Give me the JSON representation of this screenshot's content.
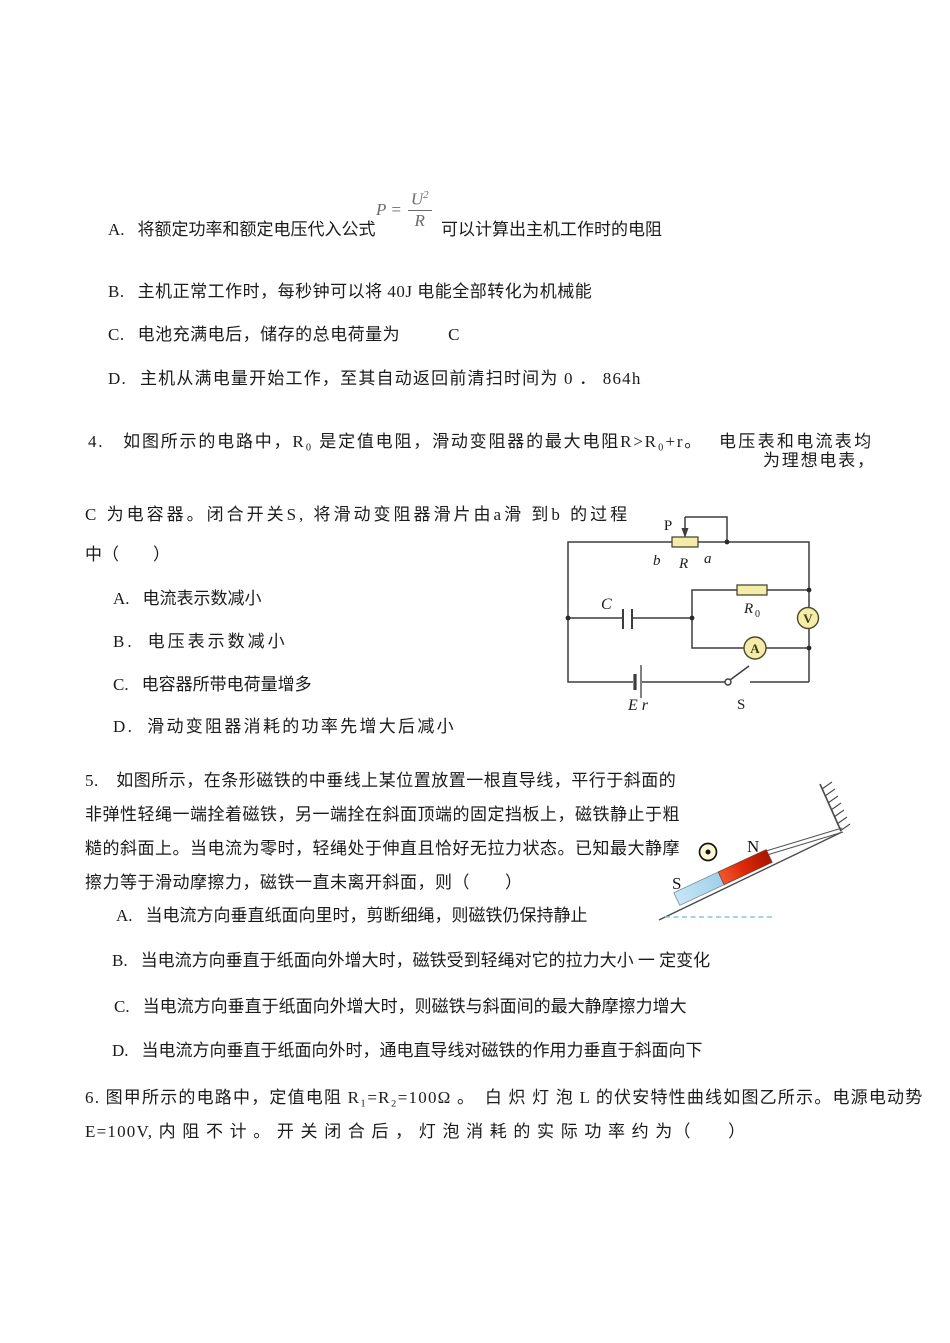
{
  "colors": {
    "text": "#1b1b1b",
    "formula_gray": "#6b6b6b",
    "wire": "#3d3d3d",
    "component_fill": "#f5ecaa",
    "magnet_blue": "#aed9f0",
    "magnet_red": "#d52b0a",
    "dashed_ground": "#8ac4e4"
  },
  "formula": {
    "lhs": "P",
    "eq": "=",
    "num": "U",
    "num_exp": "2",
    "den": "R"
  },
  "prev_options": {
    "a_label": "A.",
    "a_pre": "将额定功率和额定电压代入公式",
    "a_post": "可以计算出主机工作时的电阻",
    "b_label": "B.",
    "b_text": "主机正常工作时，每秒钟可以将 40J 电能全部转化为机械能",
    "c_label": "C.",
    "c_text": "电池充满电后，储存的总电荷量为",
    "c_value": "C",
    "d_label": "D.",
    "d_text": "主机从满电量开始工作，至其自动返回前清扫时间为 0 ． 864h"
  },
  "q4": {
    "line1a": "4.　如图所示的电路中，R₀ 是定值电阻，滑动变阻器的最大电阻R>R₀+r。",
    "line1b": "电压表和电流表均",
    "line2": "为理想电表，",
    "line3": "C 为电容器。闭合开关S, 将滑动变阻器滑片由a滑 到b 的过程",
    "line4": "中（　　）",
    "options": [
      {
        "label": "A.",
        "text": "电流表示数减小"
      },
      {
        "label": "B.",
        "text": "电压表示数减小"
      },
      {
        "label": "C.",
        "text": "电容器所带电荷量增多"
      },
      {
        "label": "D.",
        "text": "滑动变阻器消耗的功率先增大后减小"
      }
    ]
  },
  "circuit": {
    "slider": "P",
    "terminal_b": "b",
    "rheostat": "R",
    "terminal_a": "a",
    "capacitor": "C",
    "r0_main": "R",
    "r0_sub": "0",
    "voltmeter": "V",
    "ammeter": "A",
    "battery": "E r",
    "switch": "S"
  },
  "q5": {
    "lines": [
      "5.　如图所示，在条形磁铁的中垂线上某位置放置一根直导线，平行于斜面的",
      "非弹性轻绳一端拴着磁铁，另一端拴在斜面顶端的固定挡板上，磁铁静止于粗",
      "糙的斜面上。当电流为零时，轻绳处于伸直且恰好无拉力状态。已知最大静摩",
      "擦力等于滑动摩擦力，磁铁一直未离开斜面，则（　　）"
    ],
    "diagram": {
      "south": "S",
      "north": "N"
    },
    "options": [
      {
        "label": "A.",
        "text": "当电流方向垂直纸面向里时，剪断细绳，则磁铁仍保持静止"
      },
      {
        "label": "B.",
        "text": "当电流方向垂直于纸面向外增大时，磁铁受到轻绳对它的拉力大小 一 定变化"
      },
      {
        "label": "C.",
        "text": "当电流方向垂直于纸面向外增大时，则磁铁与斜面间的最大静摩擦力增大"
      },
      {
        "label": "D.",
        "text": "当电流方向垂直于纸面向外时，通电直导线对磁铁的作用力垂直于斜面向下"
      }
    ]
  },
  "q6": {
    "line1": "6. 图甲所示的电路中，定值电阻 R₁=R₂=100Ω 。　白 炽 灯 泡 L 的伏安特性曲线如图乙所示。电源电动势",
    "line2": "E=100V, 内 阻 不 计 。 开 关 闭 合 后 ， 灯 泡 消 耗 的 实 际 功 率 约 为（　　）"
  }
}
